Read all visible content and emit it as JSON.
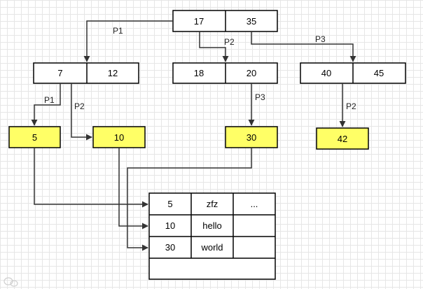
{
  "root": {
    "k1": "17",
    "k2": "35"
  },
  "internal": [
    {
      "k1": "7",
      "k2": "12"
    },
    {
      "k1": "18",
      "k2": "20"
    },
    {
      "k1": "40",
      "k2": "45"
    }
  ],
  "leaves": {
    "l1": "5",
    "l2": "10",
    "l3": "30",
    "l4": "42"
  },
  "pointers": {
    "p1": "P1",
    "p2": "P2",
    "p3": "P3"
  },
  "table": {
    "rows": [
      {
        "id": "5",
        "name": "zfz",
        "extra": "..."
      },
      {
        "id": "10",
        "name": "hello",
        "extra": ""
      },
      {
        "id": "30",
        "name": "world",
        "extra": ""
      }
    ]
  },
  "colors": {
    "leaf_fill": "#ffff66",
    "stroke": "#000000",
    "line": "#333333"
  },
  "watermark_icon": "wechat-logo-icon"
}
